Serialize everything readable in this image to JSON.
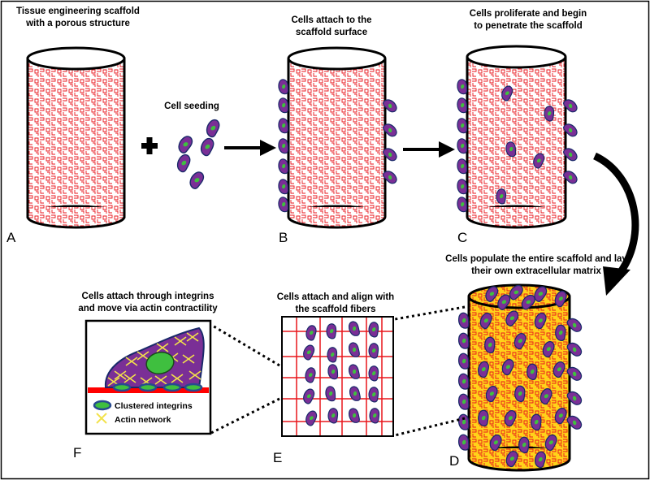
{
  "colors": {
    "scaffold_pattern": "#e8161c",
    "scaffold_fill": "#ffffff",
    "matrix_fill": "#ffd21a",
    "cell_body": "#7a2f96",
    "cell_outline": "#1a2a6a",
    "nucleus": "#3fbf3f",
    "actin": "#f2e24a",
    "fiber": "#e8161c",
    "substrate": "#ff0000",
    "integrin": "#274a8f",
    "border": "#000000"
  },
  "panels": {
    "A": {
      "letter": "A",
      "caption": [
        "Tissue engineering scaffold",
        "with a porous structure"
      ]
    },
    "seeding": {
      "caption": "Cell seeding"
    },
    "B": {
      "letter": "B",
      "caption": [
        "Cells attach to the",
        "scaffold surface"
      ]
    },
    "C": {
      "letter": "C",
      "caption": [
        "Cells proliferate  and begin",
        "to penetrate the scaffold"
      ]
    },
    "D": {
      "letter": "D",
      "caption": [
        "Cells populate the entire scaffold and lay",
        "their own extracellular matrix"
      ]
    },
    "E": {
      "letter": "E",
      "caption": [
        "Cells attach and align with",
        "the scaffold fibers"
      ]
    },
    "F": {
      "letter": "F",
      "caption": [
        "Cells attach through integrins",
        "and move via actin contractility"
      ],
      "legend": {
        "integrins": "Clustered integrins",
        "actin": "Actin network"
      }
    }
  },
  "icons": {
    "plus": "plus-icon",
    "arrow": "right-arrow-icon",
    "curved_arrow": "curved-arrow-icon"
  }
}
